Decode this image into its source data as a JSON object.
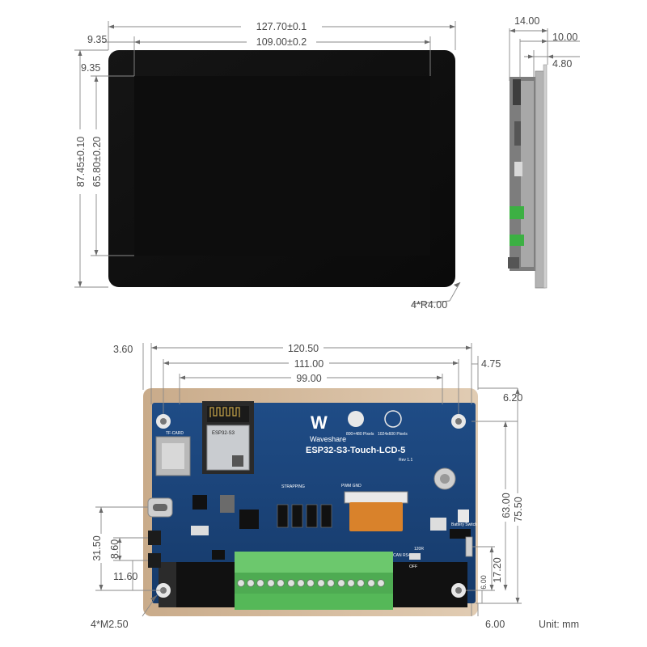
{
  "top_view": {
    "overall_width": "127.70±0.1",
    "active_width": "109.00±0.2",
    "left_bezel": "9.35",
    "top_bezel": "9.35",
    "overall_height": "87.45±0.10",
    "active_height": "65.80±0.20",
    "corner_radius": "4*R4.00"
  },
  "side_view": {
    "total_thickness": "14.00",
    "module_thickness": "10.00",
    "panel_thickness": "4.80"
  },
  "bottom_view": {
    "offset_left": "3.60",
    "board_width": "120.50",
    "hole_spacing_x": "111.00",
    "inner_width": "99.00",
    "offset_right": "4.75",
    "offset_top": "6.20",
    "hole_spacing_y": "63.00",
    "board_height": "75.50",
    "usb_height": "31.50",
    "conn_spacing": "8.60",
    "conn_offset": "11.60",
    "switch_height": "17.20",
    "bottom_offset_small": "6.00",
    "bottom_offset": "6.00",
    "mount_holes": "4*M2.50",
    "unit": "Unit: mm"
  },
  "pcb": {
    "brand": "Waveshare",
    "model": "ESP32-S3-Touch-LCD-5",
    "rev": "Rev 1.1",
    "res_a": "800×480 Pixels",
    "res_b": "1024x600 Pixels",
    "chip": "ESP32-S3",
    "sd_label": "TF-CARD",
    "strapping": "STRAPPING",
    "pwm_gnd": "PWM GND",
    "battery_switch": "Battery Switch",
    "can_label": "CAN RS485",
    "term_label": "120R",
    "off_label": "OFF"
  }
}
